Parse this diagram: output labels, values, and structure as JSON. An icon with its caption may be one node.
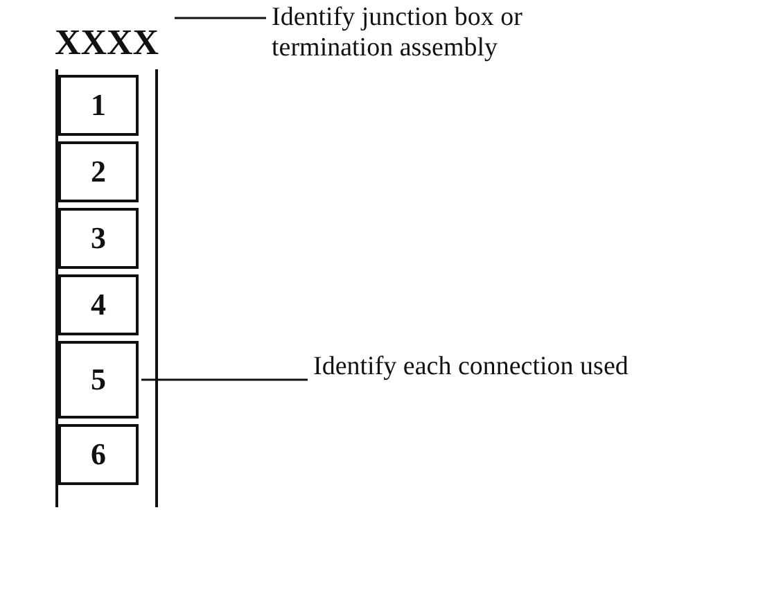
{
  "diagram": {
    "nodes": [
      {
        "text": [
          "XXXX"
        ]
      },
      {
        "text": [
          "1"
        ],
        "in": 0
      },
      {
        "text": [
          "2"
        ],
        "in": 0
      },
      {
        "text": [
          "3"
        ],
        "in": 0
      },
      {
        "text": [
          "4"
        ],
        "in": 0
      },
      {
        "text": [
          "5"
        ],
        "in": 0
      },
      {
        "text": [
          "6"
        ],
        "in": 0
      },
      {
        "text": [
          "Identify junction box or termination assembly"
        ]
      },
      {
        "text": [
          "Identify each connection used"
        ]
      }
    ],
    "edges": [
      {
        "from": 7,
        "to": 0,
        "arrow": "none"
      },
      {
        "from": 8,
        "to": 5,
        "arrow": "none"
      }
    ]
  }
}
